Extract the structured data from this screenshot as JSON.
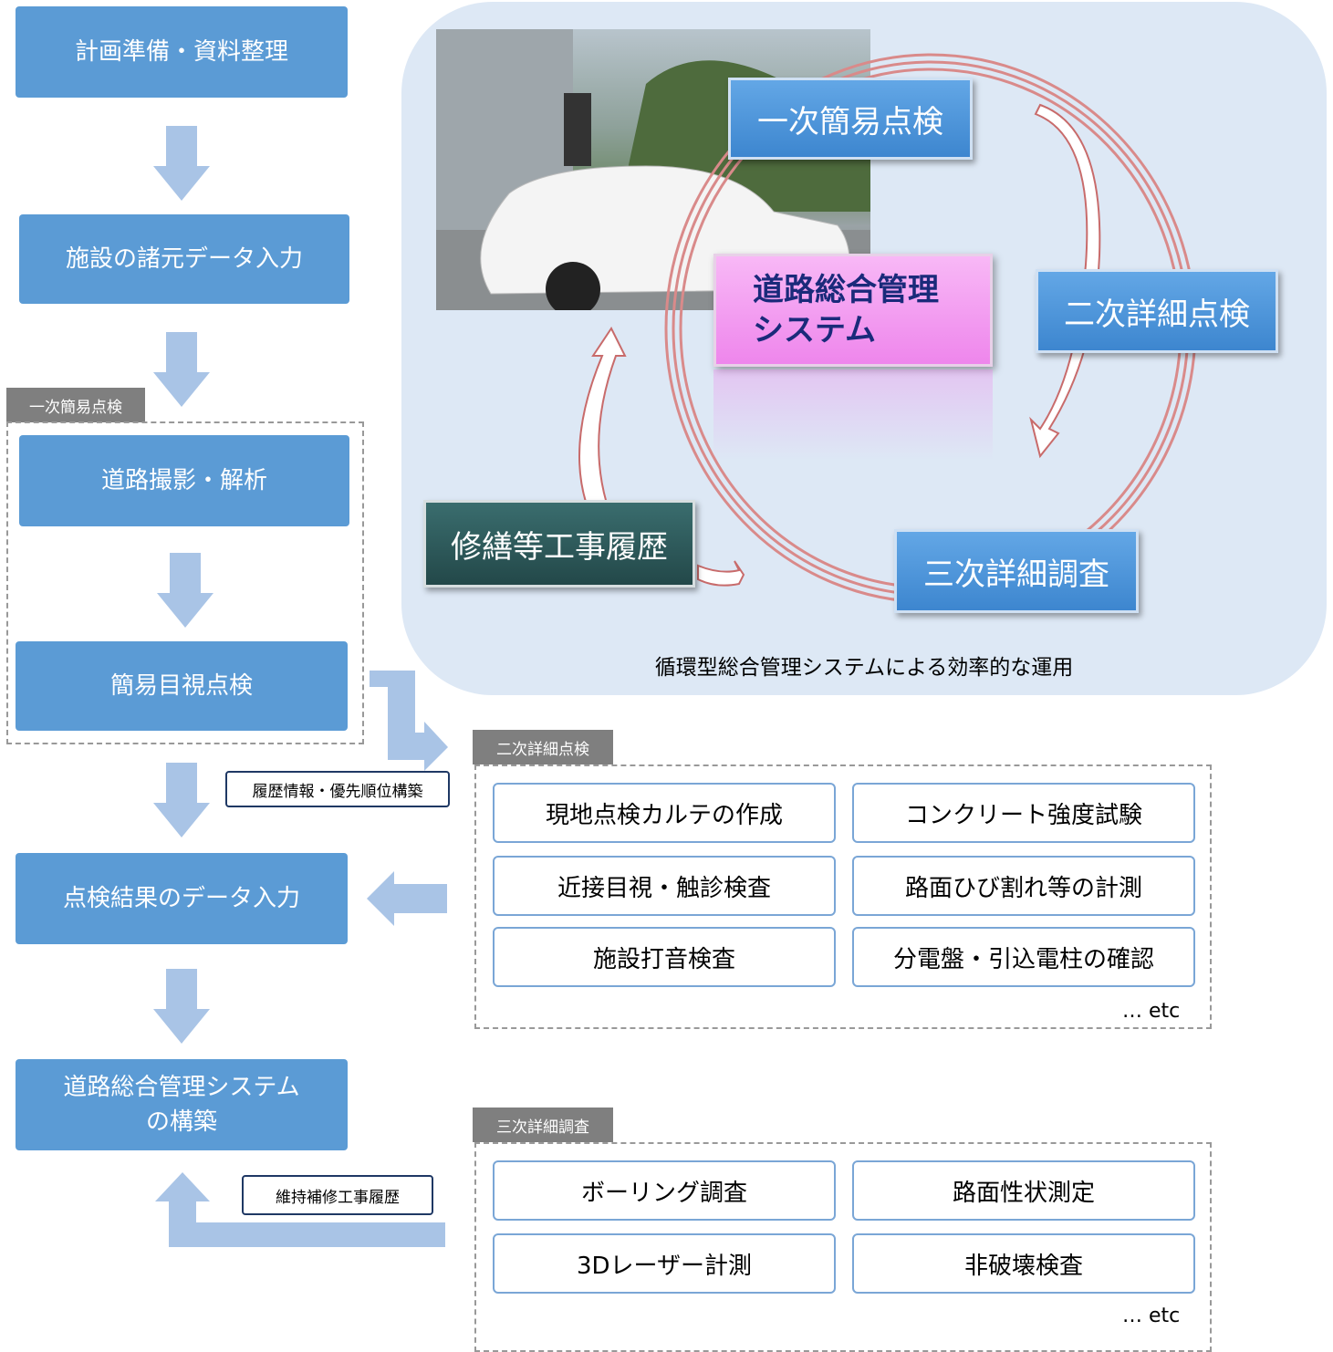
{
  "flow": {
    "step1": "計画準備・資料整理",
    "step2": "施設の諸元データ入力",
    "primary_tag": "一次簡易点検",
    "step3": "道路撮影・解析",
    "step4": "簡易目視点検",
    "step5": "点検結果のデータ入力",
    "step6_line1": "道路総合管理システム",
    "step6_line2": "の構築"
  },
  "notes": {
    "history": "履歴情報・優先順位構築",
    "repair": "維持補修工事履歴"
  },
  "cycle": {
    "center_line1": "道路総合管理",
    "center_line2": "システム",
    "primary": "一次簡易点検",
    "secondary": "二次詳細点検",
    "tertiary": "三次詳細調査",
    "repair": "修繕等工事履歴",
    "caption": "循環型総合管理システムによる効率的な運用"
  },
  "secondary_panel": {
    "tag": "二次詳細点検",
    "items": [
      "現地点検カルテの作成",
      "コンクリート強度試験",
      "近接目視・触診検査",
      "路面ひび割れ等の計測",
      "施設打音検査",
      "分電盤・引込電柱の確認"
    ],
    "etc": "…  etc"
  },
  "tertiary_panel": {
    "tag": "三次詳細調査",
    "items": [
      "ボーリング調査",
      "路面性状測定",
      "3Dレーザー計測",
      "非破壊検査"
    ],
    "etc": "…  etc"
  },
  "colors": {
    "flow_blue": "#5b9bd5",
    "arrow_blue": "#a9c4e6",
    "panel_bg": "#dde8f5",
    "center_pink": "#f39cf1",
    "repair_teal": "#2f5d5e",
    "cycle_arrow": "#d98a8a"
  }
}
